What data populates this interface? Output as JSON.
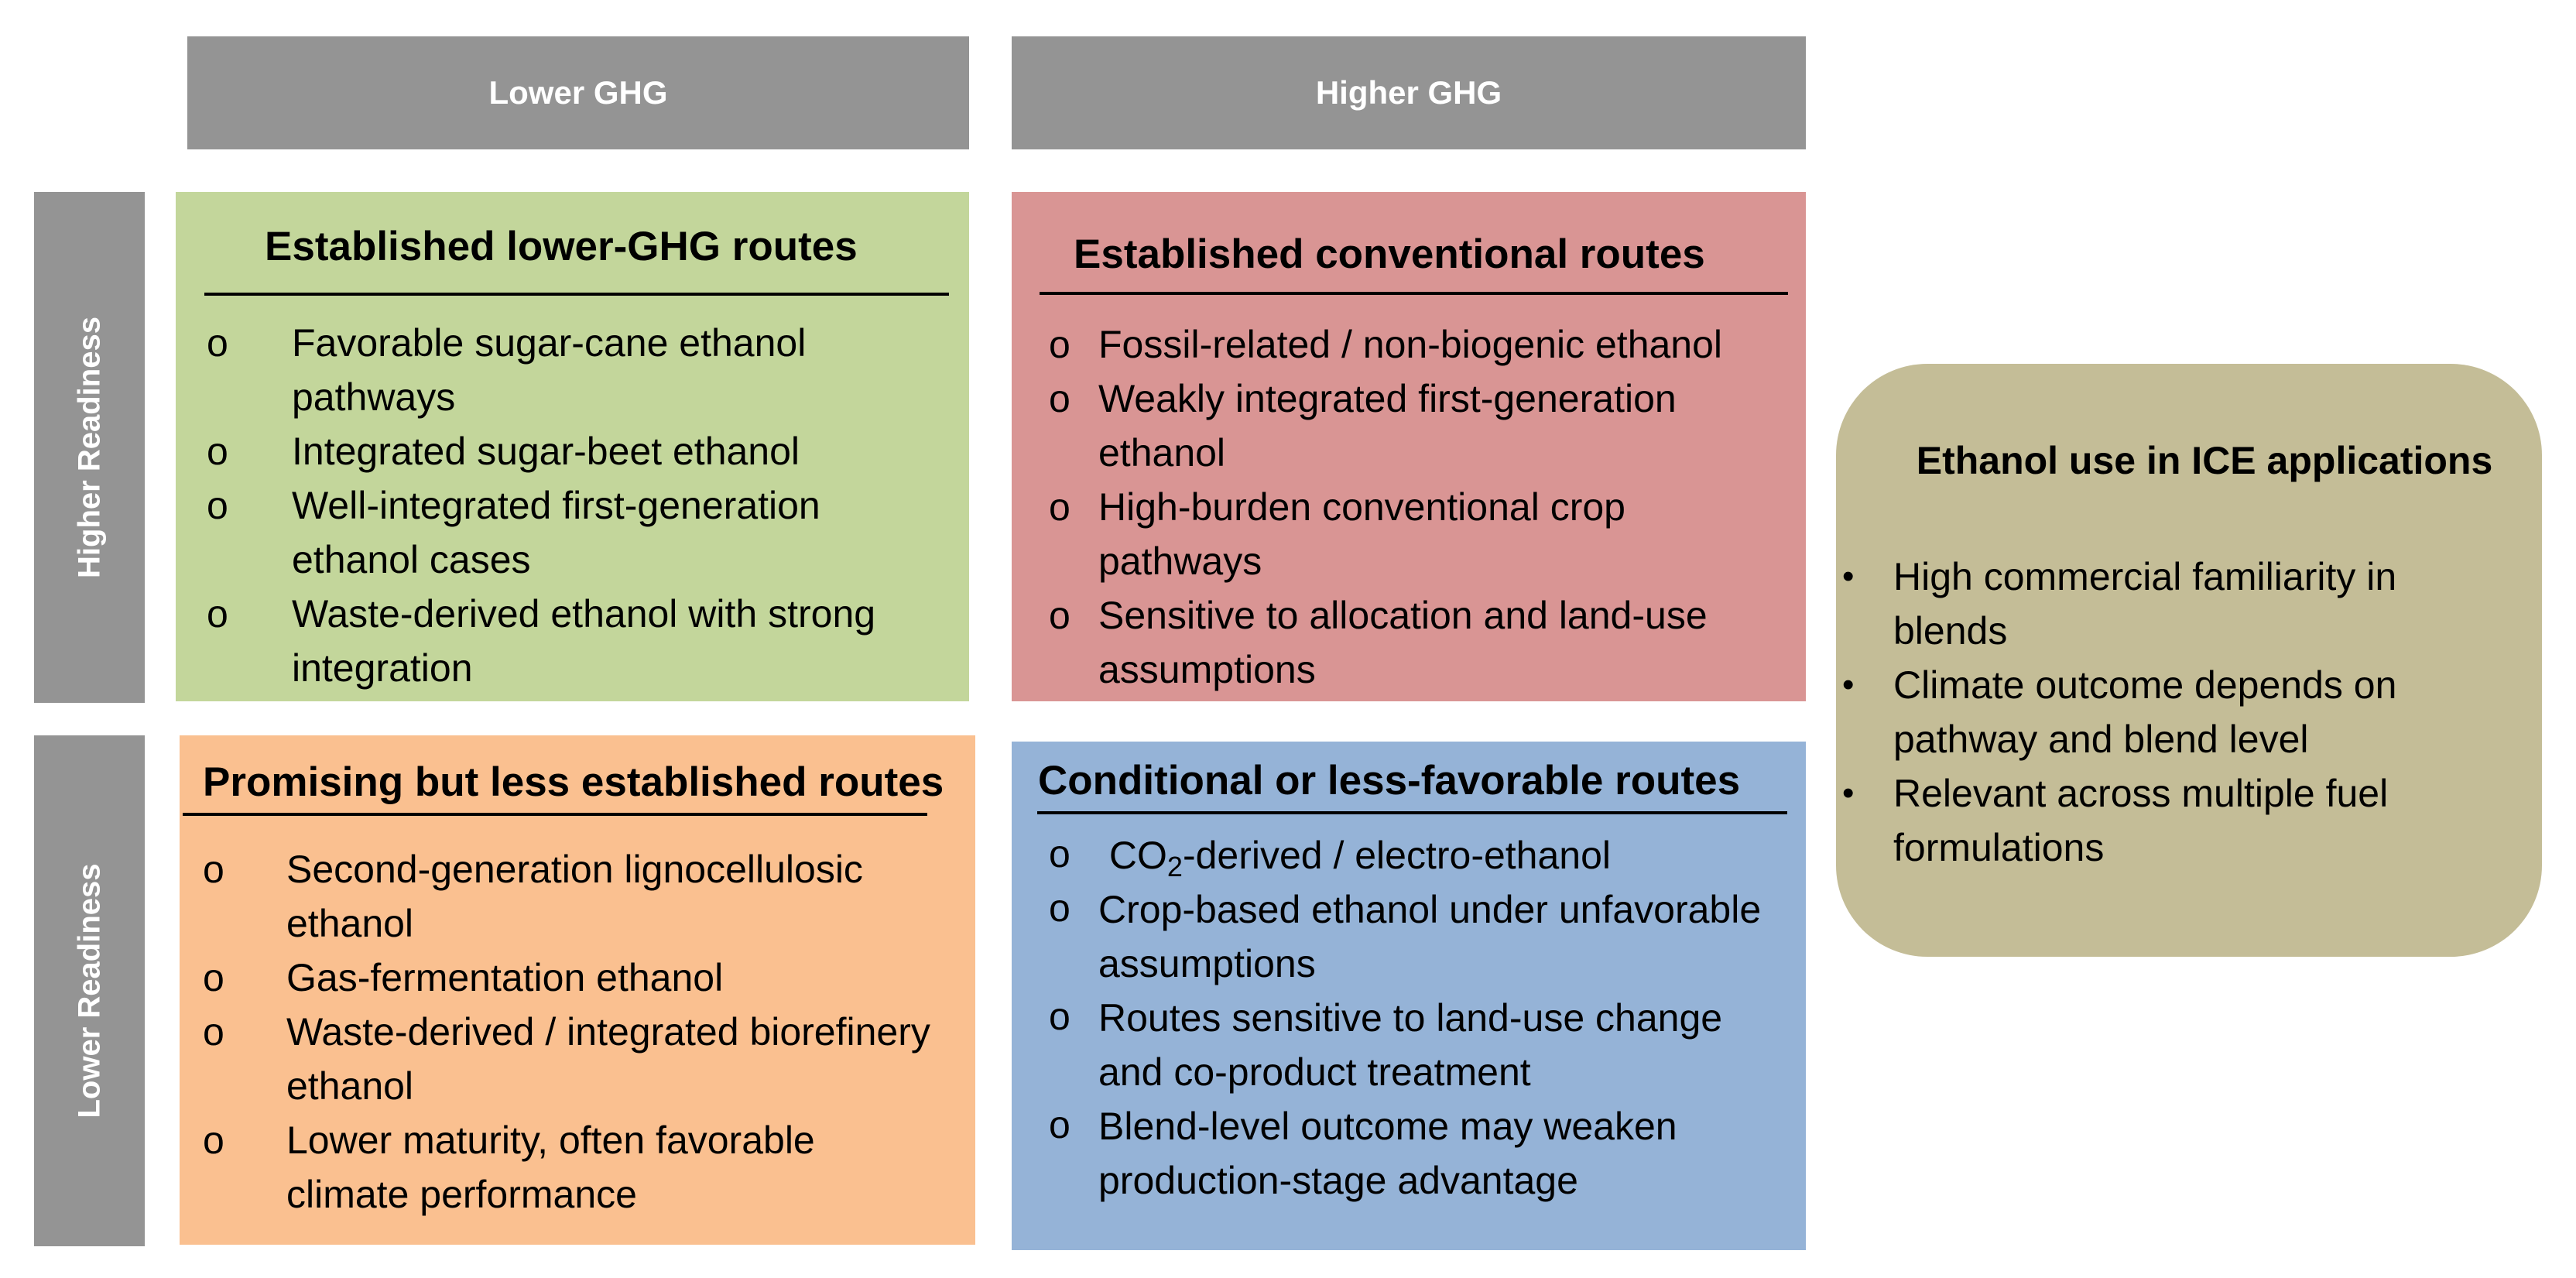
{
  "columns": {
    "lower_ghg": "Lower GHG",
    "higher_ghg": "Higher GHG"
  },
  "rows": {
    "higher_readiness": "Higher Readiness",
    "lower_readiness": "Lower Readiness"
  },
  "quadrants": {
    "established_lower_ghg": {
      "title": "Established lower-GHG routes",
      "color": "#c3d69b",
      "marker": "o",
      "items": [
        "Favorable sugar-cane ethanol pathways",
        "Integrated sugar-beet ethanol",
        "Well-integrated first-generation ethanol cases",
        "Waste-derived ethanol with strong integration"
      ]
    },
    "established_conventional": {
      "title": "Established conventional routes",
      "color": "#d99594",
      "marker": "o",
      "items": [
        "Fossil-related / non-biogenic ethanol",
        "Weakly integrated first-generation ethanol",
        "High-burden conventional crop pathways",
        "Sensitive to allocation and land-use assumptions"
      ]
    },
    "promising_less_established": {
      "title": "Promising but less established routes",
      "color": "#fac090",
      "marker": "o",
      "items": [
        "Second-generation lignocellulosic ethanol",
        "Gas-fermentation ethanol",
        "Waste-derived / integrated biorefinery ethanol",
        "Lower maturity, often favorable climate performance"
      ]
    },
    "conditional_less_favorable": {
      "title": "Conditional or less-favorable routes",
      "color": "#95b3d7",
      "marker": "o",
      "items": [
        {
          "prefix": "CO",
          "subscript": "2",
          "rest": "-derived / electro-ethanol"
        },
        "Crop-based ethanol under unfavorable assumptions",
        "Routes sensitive to land-use change and co-product treatment",
        "Blend-level outcome may weaken production-stage advantage"
      ]
    }
  },
  "summary": {
    "title": "Ethanol use in ICE applications",
    "color": "#c4bd97",
    "marker": "•",
    "items": [
      "High commercial familiarity in blends",
      "Climate outcome depends on pathway and blend level",
      "Relevant across multiple fuel formulations"
    ]
  }
}
